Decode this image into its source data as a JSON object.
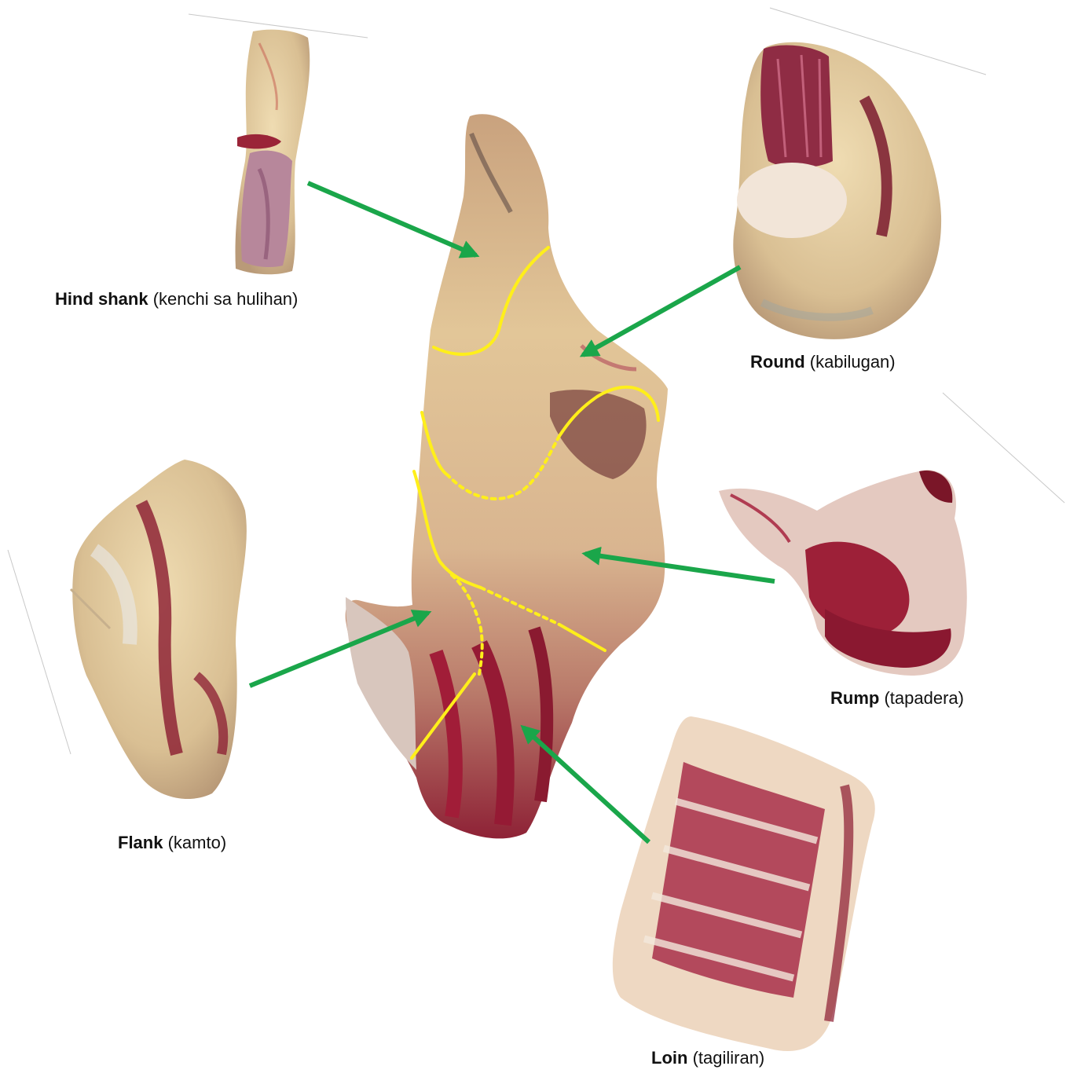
{
  "labels": {
    "hind_shank": {
      "name": "Hind shank",
      "local": "(kenchi sa hulihan)"
    },
    "round": {
      "name": "Round",
      "local": "(kabilugan)"
    },
    "rump": {
      "name": "Rump",
      "local": "(tapadera)"
    },
    "flank": {
      "name": "Flank",
      "local": "(kamto)"
    },
    "loin": {
      "name": "Loin",
      "local": "(tagiliran)"
    }
  },
  "colors": {
    "arrow": "#1aa64a",
    "cut_line": "#ffef1a",
    "fat": "#e8d3a6",
    "fat_light": "#f1e6cc",
    "meat": "#9d1f36",
    "meat_dark": "#6e1224",
    "membrane": "#d9c4b8",
    "background": "#ffffff"
  }
}
